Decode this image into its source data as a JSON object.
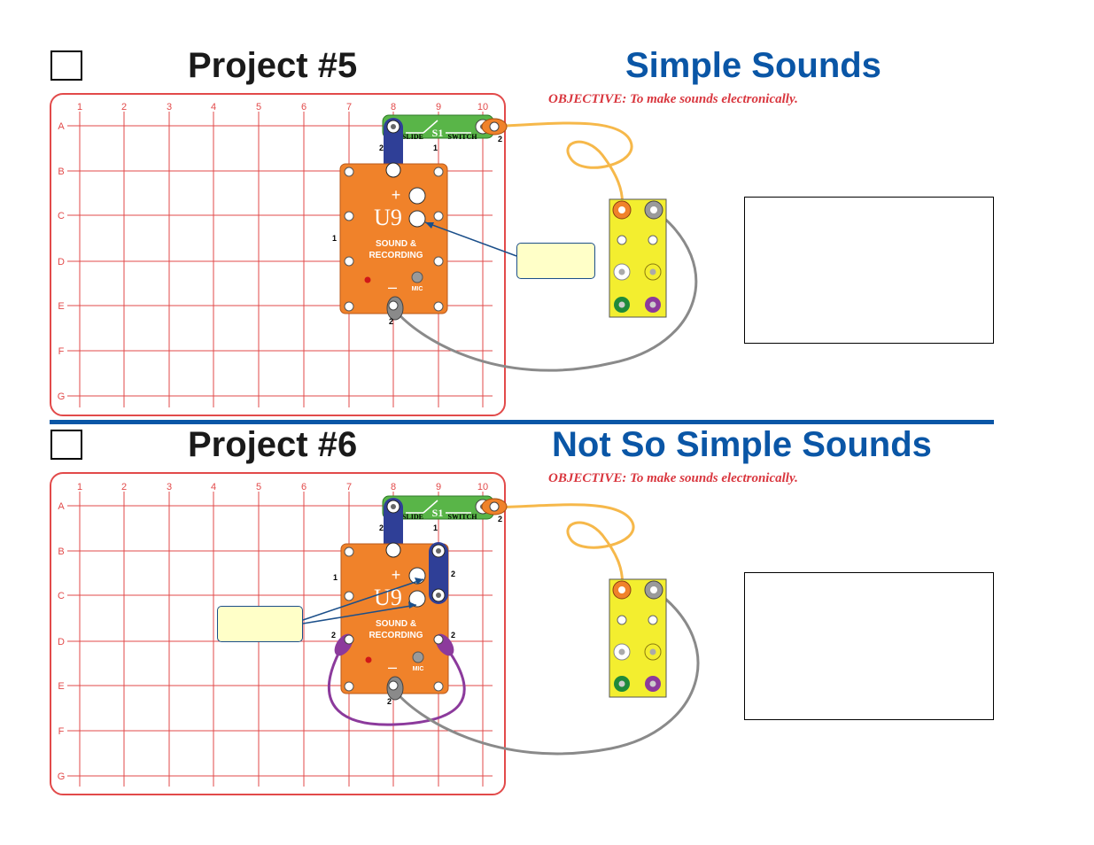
{
  "colors": {
    "grid": "#e24a4a",
    "title_blue": "#0a56a6",
    "objective_red": "#d9363e",
    "module_orange": "#f0822a",
    "switch_green": "#59b548",
    "battery_yellow": "#f3ee2f",
    "wire_orange": "#f6b84a",
    "wire_gray": "#8a8a8a",
    "wire_purple": "#8c3a9c",
    "snap_blue": "#2f3f97",
    "callout_fill": "#ffffc8"
  },
  "grid": {
    "columns": [
      "1",
      "2",
      "3",
      "4",
      "5",
      "6",
      "7",
      "8",
      "9",
      "10"
    ],
    "rows": [
      "A",
      "B",
      "C",
      "D",
      "E",
      "F",
      "G"
    ]
  },
  "module": {
    "name": "U9",
    "label_line1": "SOUND &",
    "label_line2": "RECORDING",
    "plus": "+",
    "minus": "–",
    "mic": "MIC"
  },
  "switch": {
    "name": "S1",
    "word1": "SLIDE",
    "word2": "SWITCH"
  },
  "snap_numbers": {
    "two": "2",
    "one": "1"
  },
  "projects": [
    {
      "title": "Project #5",
      "subject": "Simple Sounds",
      "objective": "OBJECTIVE:  To make sounds electronically."
    },
    {
      "title": "Project #6",
      "subject": "Not So Simple Sounds",
      "objective": "OBJECTIVE:  To make sounds electronically."
    }
  ]
}
